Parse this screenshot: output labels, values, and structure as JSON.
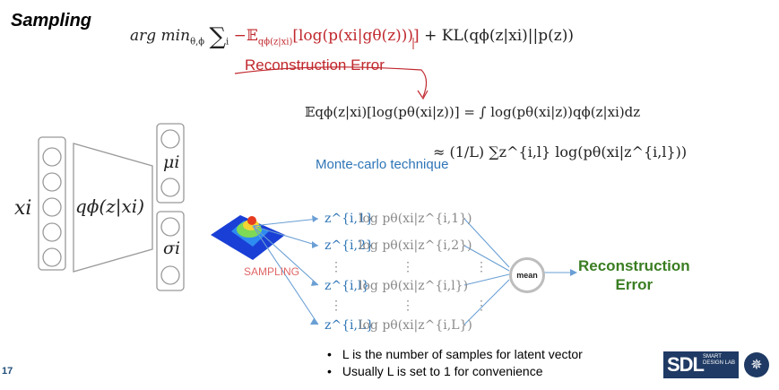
{
  "title": "Sampling",
  "objective": {
    "prefix": "arg min",
    "subscript": "θ,ϕ",
    "sum": "∑",
    "sum_index": "i",
    "expectation": "−𝔼",
    "expectation_sub": "qϕ(z|xi)",
    "log_term": "[log(p(xi|gθ(z)))]",
    "kl_term": "+ KL(qϕ(z|xi)||p(z))"
  },
  "reconstruction_label": "Reconstruction Error",
  "expectation_formula": "𝔼qϕ(z|xi)[log(pθ(xi|z))] = ∫ log(pθ(xi|z))qϕ(z|xi)dz",
  "monte_carlo": {
    "label": "Monte-carlo technique",
    "formula": "≈ (1/L) ∑z^{i,l} log(pθ(xi|z^{i,l}))"
  },
  "encoder": {
    "input_label": "xi",
    "network_label": "qϕ(z|xi)",
    "mu_label": "μi",
    "sigma_label": "σi"
  },
  "sampling_label": "SAMPLING",
  "samples": [
    {
      "z": "z^{i,1}",
      "log": "log pθ(xi|z^{i,1})"
    },
    {
      "z": "z^{i,2}",
      "log": "log pθ(xi|z^{i,2})"
    },
    {
      "z": "z^{i,l}",
      "log": "log pθ(xi|z^{i,l})"
    },
    {
      "z": "z^{i,L}",
      "log": "log pθ(xi|z^{i,L})"
    }
  ],
  "vertical_dots": "⋮",
  "mean_label": "mean",
  "output_label_line1": "Reconstruction",
  "output_label_line2": "Error",
  "bullets": [
    "L is the number of samples for latent vector",
    "Usually L is set to 1 for convenience"
  ],
  "page_number": "17",
  "logo": {
    "text": "SDL",
    "subtext": "SMART DESIGN LAB"
  },
  "colors": {
    "red": "#c0282d",
    "blue": "#2e75b6",
    "green": "#3a7d22",
    "navy": "#1f3a64"
  }
}
